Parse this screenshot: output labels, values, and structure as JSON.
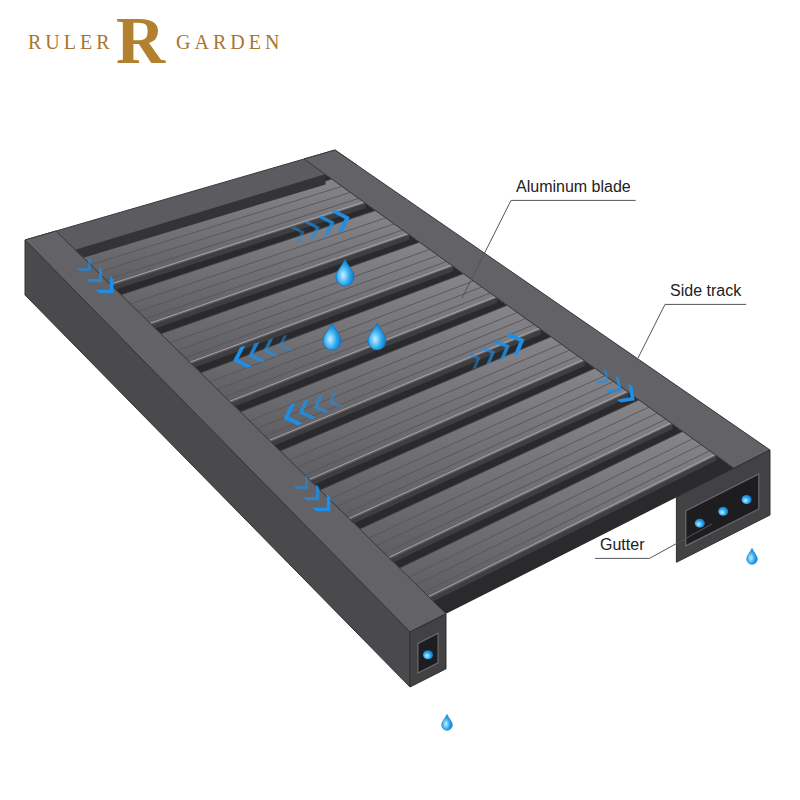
{
  "diagram": {
    "labels": [
      "RULER",
      "R",
      "GARDEN",
      "Aluminum blade",
      "Side track",
      "Gutter"
    ]
  }
}
